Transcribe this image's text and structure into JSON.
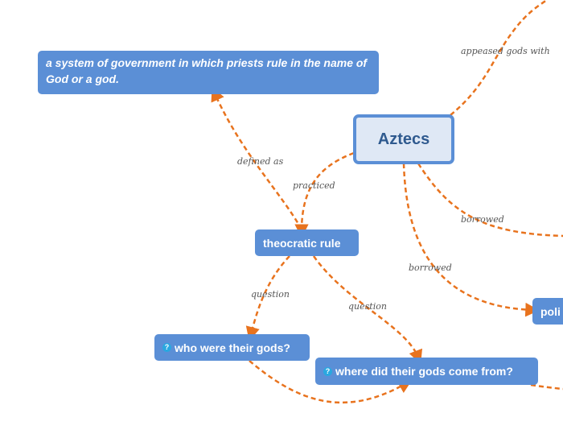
{
  "colors": {
    "node_fill": "#5b8fd6",
    "central_fill": "#dfe8f5",
    "central_text": "#2f5a8f",
    "connector": "#e8731e",
    "question_icon": "#29a8e0"
  },
  "central": {
    "label": "Aztecs"
  },
  "definition": {
    "label": "a system of government in which priests rule in the name of God or a god."
  },
  "theocratic": {
    "label": "theocratic rule"
  },
  "question1": {
    "label": "who were their gods?",
    "icon": "question-mark"
  },
  "question2": {
    "label": "where did their gods come from?",
    "icon": "question-mark"
  },
  "politics": {
    "label": "poli"
  },
  "links": {
    "appeased": "appeased gods with",
    "defined_as": "defined as",
    "practiced": "practiced",
    "borrowed_1": "borrowed",
    "borrowed_2": "borrowed",
    "question_1": "question",
    "question_2": "question"
  }
}
